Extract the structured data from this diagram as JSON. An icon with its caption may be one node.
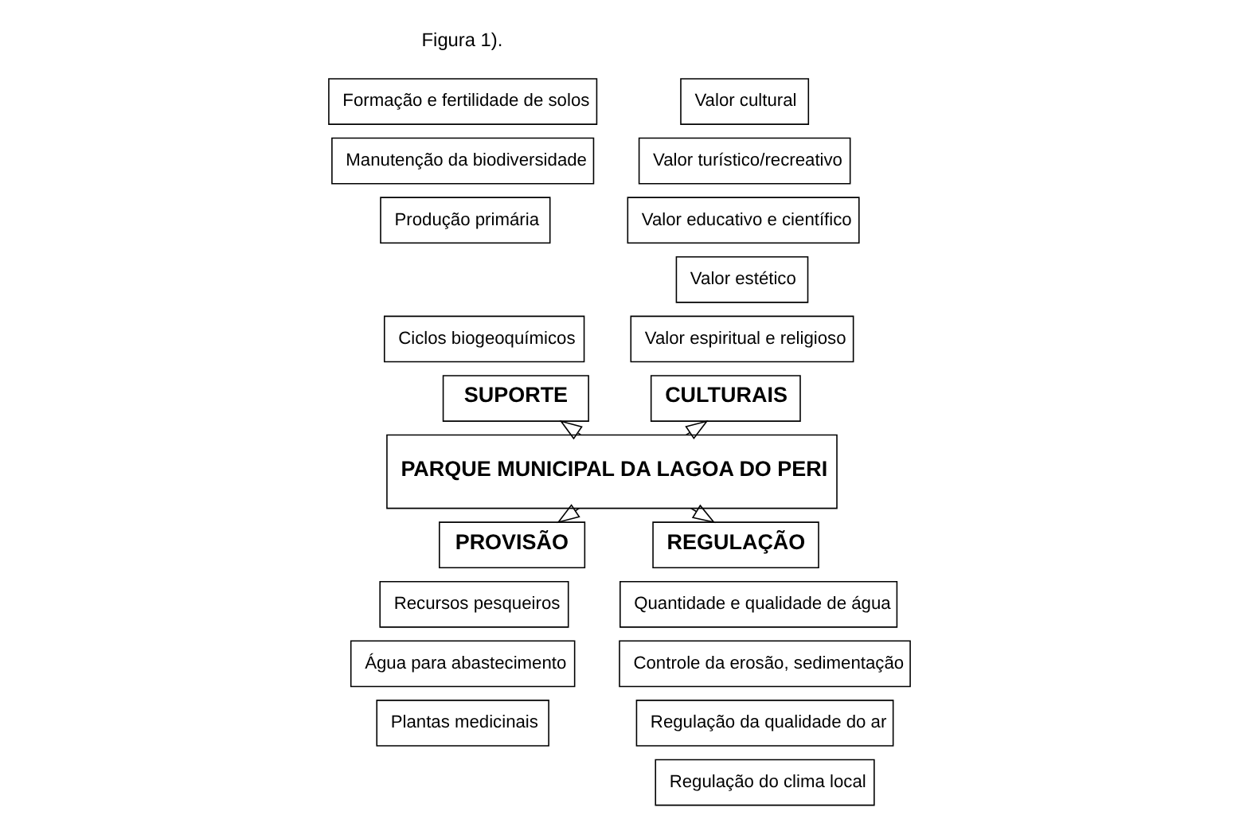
{
  "diagram": {
    "nodes": [
      {
        "text": [
          "PARQUE MUNICIPAL DA LAGOA DO PERI"
        ]
      },
      {
        "text": [
          "SUPORTE"
        ]
      },
      {
        "text": [
          "CULTURAIS"
        ]
      },
      {
        "text": [
          "PROVISÃO"
        ]
      },
      {
        "text": [
          "REGULAÇÃO"
        ]
      },
      {
        "text": [
          "Formação e fertilidade de solos"
        ]
      },
      {
        "text": [
          "Manutenção da biodiversidade"
        ]
      },
      {
        "text": [
          "Produção primária"
        ]
      },
      {
        "text": [
          "Ciclos biogeoquímicos"
        ]
      },
      {
        "text": [
          "Valor cultural"
        ]
      },
      {
        "text": [
          "Valor turístico/recreativo"
        ]
      },
      {
        "text": [
          "Valor educativo e científico"
        ]
      },
      {
        "text": [
          "Valor estético"
        ]
      },
      {
        "text": [
          "Valor espiritual e religioso"
        ]
      },
      {
        "text": [
          "Recursos pesqueiros"
        ]
      },
      {
        "text": [
          "Água para abastecimento"
        ]
      },
      {
        "text": [
          "Plantas medicinais"
        ]
      },
      {
        "text": [
          "Quantidade e qualidade de água"
        ]
      },
      {
        "text": [
          "Controle da erosão, sedimentação"
        ]
      },
      {
        "text": [
          "Regulação da qualidade do ar"
        ]
      },
      {
        "text": [
          "Regulação do clima local"
        ]
      }
    ],
    "edges": [
      {
        "from": 0,
        "to": 1,
        "arrow": "to"
      },
      {
        "from": 0,
        "to": 2,
        "arrow": "to"
      },
      {
        "from": 0,
        "to": 3,
        "arrow": "to"
      },
      {
        "from": 0,
        "to": 4,
        "arrow": "to"
      }
    ],
    "labels": [
      "Figura 1)."
    ]
  }
}
